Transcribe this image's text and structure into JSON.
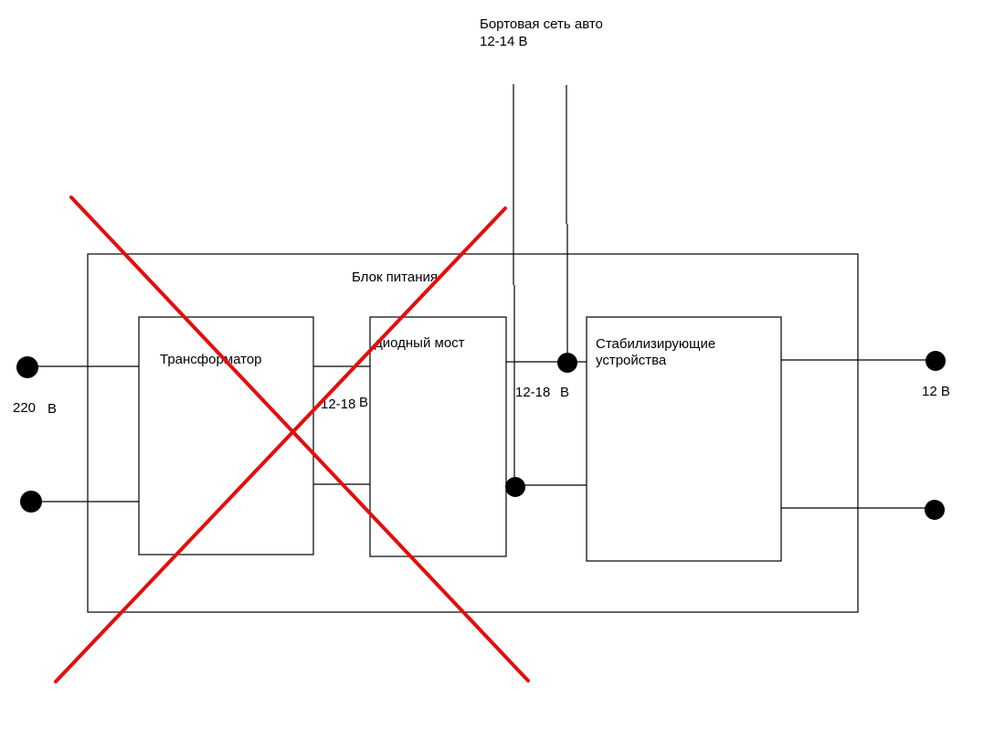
{
  "diagram": {
    "top_source": {
      "label_line1": "Бортовая сеть авто",
      "label_line2": "12-14 В"
    },
    "enclosure": {
      "label": "Блок питания"
    },
    "blocks": [
      {
        "id": "transformer",
        "label": "Трансформатор"
      },
      {
        "id": "diode-bridge",
        "label": "диодный мост"
      },
      {
        "id": "stabilizer",
        "label_line1": "Стабилизирующие",
        "label_line2": "устройства"
      }
    ],
    "input": {
      "voltage_value": "220",
      "voltage_unit": "В"
    },
    "transformer_output": {
      "label": "12-18",
      "unit": "В"
    },
    "bridge_output": {
      "label": "12-18",
      "unit": "В"
    },
    "output": {
      "label": "12 В"
    },
    "annotation": {
      "type": "red-cross",
      "color": "#e30e0e",
      "meaning": "crossed-out"
    }
  }
}
